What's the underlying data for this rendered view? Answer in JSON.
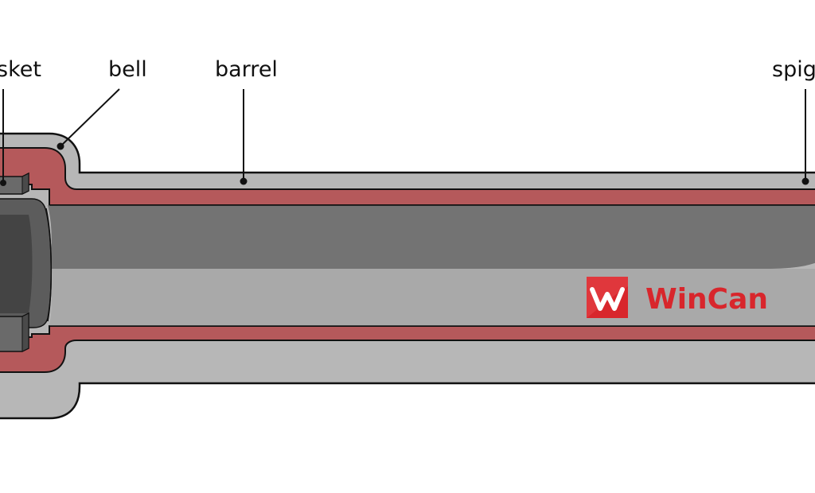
{
  "labels": {
    "gasket": "sket",
    "bell": "bell",
    "barrel": "barrel",
    "spigot": "spig"
  },
  "brand": {
    "name": "WinCan",
    "logo_glyph": "w-logo-icon"
  },
  "colors": {
    "outer_shell": "#b7b7b7",
    "pipe_wall": "#b5595b",
    "bore_dark": "#737373",
    "bore_light": "#a9a9a9",
    "brand_red": "#d8262c",
    "outline": "#111111",
    "background": "#ffffff"
  }
}
